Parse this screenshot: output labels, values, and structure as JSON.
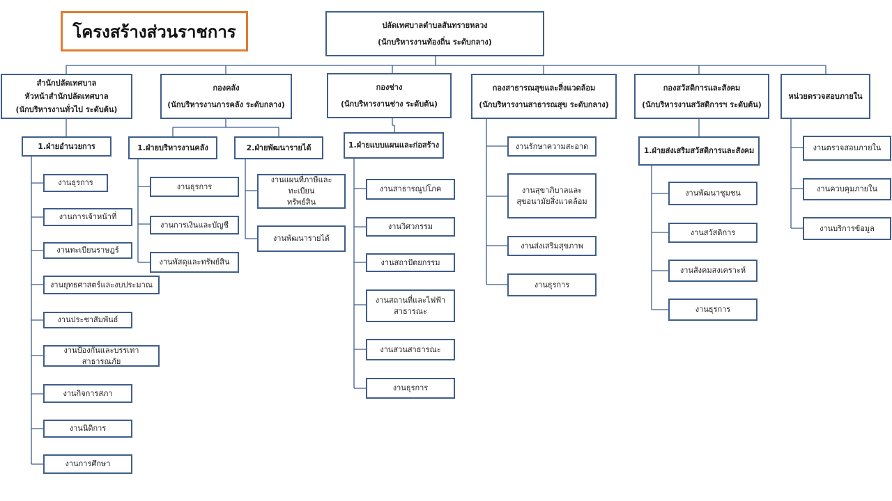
{
  "title": "โครงสร้างส่วนราชการ",
  "top": {
    "line1": "ปลัดเทศบาลตำบลสันทรายหลวง",
    "line2": "(นักบริหารงานท้องถิ่น ระดับกลาง)"
  },
  "divisions": [
    {
      "line1": "สำนักปลัดเทศบาล",
      "line2": "หัวหน้าสำนักปลัดเทศบาล",
      "line3": "(นักบริหารงานทั่วไป ระดับต้น)"
    },
    {
      "line1": "กองคลัง",
      "line2": "(นักบริหารงานการคลัง ระดับกลาง)"
    },
    {
      "line1": "กองช่าง",
      "line2": "(นักบริหารงานช่าง ระดับต้น)"
    },
    {
      "line1": "กองสาธารณสุขและสิ่งแวดล้อม",
      "line2": "(นักบริหารงานสาธารณสุข ระดับกลาง)"
    },
    {
      "line1": "กองสวัสดิการและสังคม",
      "line2": "(นักบริหารงานสวัสดิการฯ ระดับต้น)"
    },
    {
      "line1": "หน่วยตรวจสอบภายใน"
    }
  ],
  "sections": {
    "admin": "1.ฝ่ายอำนวยการ",
    "finance_admin": "1.ฝ่ายบริหารงานคลัง",
    "revenue_dev": "2.ฝ่ายพัฒนารายได้",
    "design_build": "1.ฝ่ายแบบแผนและก่อสร้าง",
    "welfare_promo": "1.ฝ่ายส่งเสริมสวัสดิการและสังคม"
  },
  "units": {
    "admin": [
      "งานธุรการ",
      "งานการเจ้าหน้าที่",
      "งานทะเบียนราษฎร์",
      "งานยุทธศาสตร์และงบประมาณ",
      "งานประชาสัมพันธ์",
      "งานป้องกันและบรรเทาสาธารณภัย",
      "งานกิจการสภา",
      "งานนิติการ",
      "งานการศึกษา"
    ],
    "finance_admin": [
      "งานธุรการ",
      "งานการเงินและบัญชี",
      "งานพัสดุและทรัพย์สิน"
    ],
    "revenue_dev": [
      [
        "งานแผนที่ภาษีและทะเบียน",
        "ทรัพย์สิน"
      ],
      [
        "งานพัฒนารายได้"
      ]
    ],
    "design_build": [
      [
        "งานสาธารณูปโภค"
      ],
      [
        "งานวิศวกรรม"
      ],
      [
        "งานสถาปัตยกรรม"
      ],
      [
        "งานสถานที่และไฟฟ้า",
        "สาธารณะ"
      ],
      [
        "งานสวนสาธารณะ"
      ],
      [
        "งานธุรการ"
      ]
    ],
    "health": [
      [
        "งานรักษาความสะอาด"
      ],
      [
        "งานสุขาภิบาลและ",
        "สุขอนามัยสิ่งแวดล้อม"
      ],
      [
        "งานส่งเสริมสุขภาพ"
      ],
      [
        "งานธุรการ"
      ]
    ],
    "welfare": [
      "งานพัฒนาชุมชน",
      "งานสวัสดิการ",
      "งานสังคมสงเคราะห์",
      "งานธุรการ"
    ],
    "audit": [
      "งานตรวจสอบภายใน",
      "งานควบคุมภายใน",
      "งานบริการข้อมูล"
    ]
  }
}
